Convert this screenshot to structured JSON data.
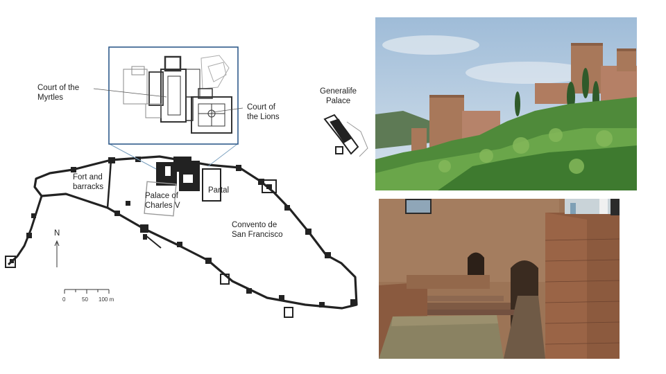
{
  "map": {
    "labels": {
      "court_myrtles": "Court of the\nMyrtles",
      "court_lions": "Court of\nthe Lions",
      "generalife": "Generalife\nPalace",
      "fort": "Fort and\nbarracks",
      "charles": "Palace of\nCharles V",
      "partal": "Partal",
      "convento": "Convento de\nSan Francisco",
      "north": "N"
    },
    "scale": {
      "t0": "0",
      "t50": "50",
      "t100": "100 m"
    }
  },
  "photos": [
    {
      "name": "alhambra-hillside-photo"
    },
    {
      "name": "fortress-passage-photo"
    }
  ]
}
